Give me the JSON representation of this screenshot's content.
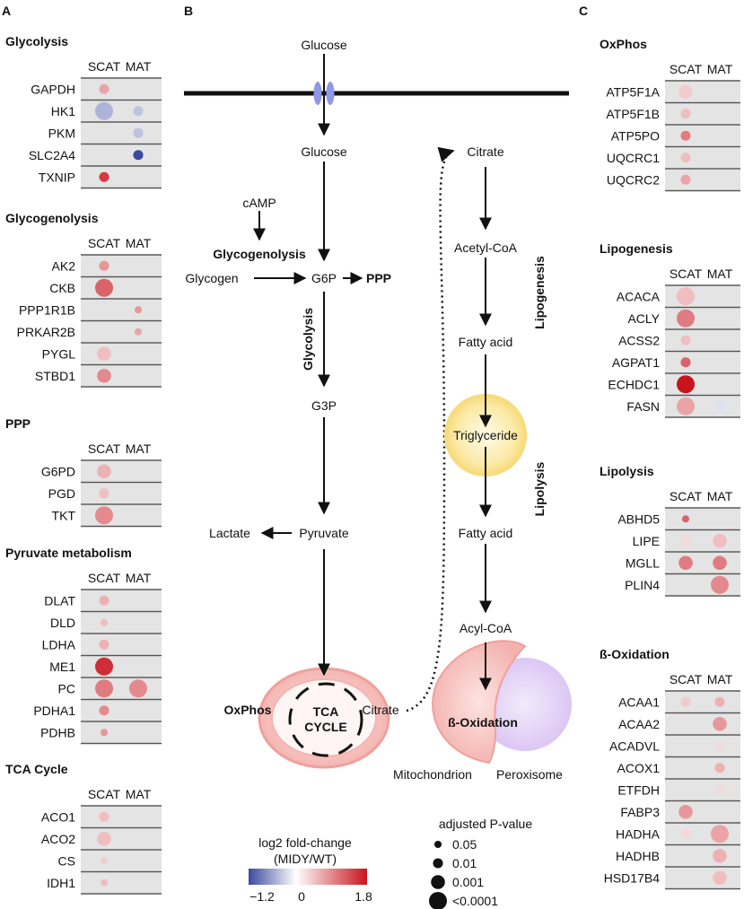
{
  "panel_labels": {
    "a": "A",
    "b": "B",
    "c": "C"
  },
  "columns": {
    "scat": "SCAT",
    "mat": "MAT"
  },
  "panel_a": [
    {
      "title": "Glycolysis",
      "rows": [
        {
          "gene": "GAPDH",
          "scat": 0.7,
          "scat_p": 0.01,
          "mat": null
        },
        {
          "gene": "HK1",
          "scat": -0.5,
          "scat_p": 0.0001,
          "mat": -0.4,
          "mat_p": 0.01
        },
        {
          "gene": "PKM",
          "scat": null,
          "mat": -0.4,
          "mat_p": 0.01
        },
        {
          "gene": "SLC2A4",
          "scat": null,
          "mat": -1.2,
          "mat_p": 0.01
        },
        {
          "gene": "TXNIP",
          "scat": 1.5,
          "scat_p": 0.01,
          "mat": null
        }
      ]
    },
    {
      "title": "Glycogenolysis",
      "rows": [
        {
          "gene": "AK2",
          "scat": 0.8,
          "scat_p": 0.01,
          "mat": null
        },
        {
          "gene": "CKB",
          "scat": 1.2,
          "scat_p": 0.0001,
          "mat": null
        },
        {
          "gene": "PPP1R1B",
          "scat": null,
          "mat": 0.8,
          "mat_p": 0.05
        },
        {
          "gene": "PRKAR2B",
          "scat": null,
          "mat": 0.7,
          "mat_p": 0.05
        },
        {
          "gene": "PYGL",
          "scat": 0.5,
          "scat_p": 0.001,
          "mat": null
        },
        {
          "gene": "STBD1",
          "scat": 0.9,
          "scat_p": 0.001,
          "mat": null
        }
      ]
    },
    {
      "title": "PPP",
      "rows": [
        {
          "gene": "G6PD",
          "scat": 0.6,
          "scat_p": 0.001,
          "mat": null
        },
        {
          "gene": "PGD",
          "scat": 0.5,
          "scat_p": 0.01,
          "mat": null
        },
        {
          "gene": "TKT",
          "scat": 0.9,
          "scat_p": 0.0001,
          "mat": null
        }
      ]
    },
    {
      "title": "Pyruvate metabolism",
      "rows": [
        {
          "gene": "DLAT",
          "scat": 0.6,
          "scat_p": 0.01,
          "mat": null
        },
        {
          "gene": "DLD",
          "scat": 0.5,
          "scat_p": 0.05,
          "mat": null
        },
        {
          "gene": "LDHA",
          "scat": 0.6,
          "scat_p": 0.01,
          "mat": null
        },
        {
          "gene": "ME1",
          "scat": 1.6,
          "scat_p": 0.0001,
          "mat": null
        },
        {
          "gene": "PC",
          "scat": 1.0,
          "scat_p": 0.0001,
          "mat": 0.9,
          "mat_p": 0.0001
        },
        {
          "gene": "PDHA1",
          "scat": 0.9,
          "scat_p": 0.01,
          "mat": null
        },
        {
          "gene": "PDHB",
          "scat": 0.8,
          "scat_p": 0.05,
          "mat": null
        }
      ]
    },
    {
      "title": "TCA Cycle",
      "rows": [
        {
          "gene": "ACO1",
          "scat": 0.5,
          "scat_p": 0.01,
          "mat": null
        },
        {
          "gene": "ACO2",
          "scat": 0.5,
          "scat_p": 0.001,
          "mat": null
        },
        {
          "gene": "CS",
          "scat": 0.4,
          "scat_p": 0.05,
          "mat": null
        },
        {
          "gene": "IDH1",
          "scat": 0.5,
          "scat_p": 0.05,
          "mat": null
        }
      ]
    }
  ],
  "panel_c": [
    {
      "title": "OxPhos",
      "rows": [
        {
          "gene": "ATP5F1A",
          "scat": 0.4,
          "scat_p": 0.001,
          "mat": null
        },
        {
          "gene": "ATP5F1B",
          "scat": 0.5,
          "scat_p": 0.01,
          "mat": null
        },
        {
          "gene": "ATP5PO",
          "scat": 1.0,
          "scat_p": 0.01,
          "mat": null
        },
        {
          "gene": "UQCRC1",
          "scat": 0.5,
          "scat_p": 0.01,
          "mat": null
        },
        {
          "gene": "UQCRC2",
          "scat": 0.7,
          "scat_p": 0.01,
          "mat": null
        }
      ]
    },
    {
      "title": "Lipogenesis",
      "rows": [
        {
          "gene": "ACACA",
          "scat": 0.5,
          "scat_p": 0.0001,
          "mat": null
        },
        {
          "gene": "ACLY",
          "scat": 1.0,
          "scat_p": 0.0001,
          "mat": null
        },
        {
          "gene": "ACSS2",
          "scat": 0.5,
          "scat_p": 0.01,
          "mat": null
        },
        {
          "gene": "AGPAT1",
          "scat": 1.2,
          "scat_p": 0.01,
          "mat": null
        },
        {
          "gene": "ECHDC1",
          "scat": 1.8,
          "scat_p": 0.0001,
          "mat": null
        },
        {
          "gene": "FASN",
          "scat": 0.7,
          "scat_p": 0.0001,
          "mat": -0.2,
          "mat_p": 0.01
        }
      ]
    },
    {
      "title": "Lipolysis",
      "rows": [
        {
          "gene": "ABHD5",
          "scat": 1.2,
          "scat_p": 0.05,
          "mat": null
        },
        {
          "gene": "LIPE",
          "scat": 0.3,
          "scat_p": 0.01,
          "mat": 0.5,
          "mat_p": 0.001
        },
        {
          "gene": "MGLL",
          "scat": 1.0,
          "scat_p": 0.001,
          "mat": 1.0,
          "mat_p": 0.001
        },
        {
          "gene": "PLIN4",
          "scat": null,
          "mat": 0.9,
          "mat_p": 0.0001
        }
      ]
    },
    {
      "title": "ß-Oxidation",
      "rows": [
        {
          "gene": "ACAA1",
          "scat": 0.4,
          "scat_p": 0.01,
          "mat": 0.6,
          "mat_p": 0.01
        },
        {
          "gene": "ACAA2",
          "scat": null,
          "mat": 0.8,
          "mat_p": 0.001
        },
        {
          "gene": "ACADVL",
          "scat": null,
          "mat": 0.3,
          "mat_p": 0.05
        },
        {
          "gene": "ACOX1",
          "scat": null,
          "mat": 0.6,
          "mat_p": 0.01
        },
        {
          "gene": "ETFDH",
          "scat": null,
          "mat": 0.3,
          "mat_p": 0.05
        },
        {
          "gene": "FABP3",
          "scat": 0.8,
          "scat_p": 0.001,
          "mat": null
        },
        {
          "gene": "HADHA",
          "scat": 0.3,
          "scat_p": 0.01,
          "mat": 0.7,
          "mat_p": 0.0001
        },
        {
          "gene": "HADHB",
          "scat": null,
          "mat": 0.6,
          "mat_p": 0.001
        },
        {
          "gene": "HSD17B4",
          "scat": null,
          "mat": 0.5,
          "mat_p": 0.001
        }
      ]
    }
  ],
  "pathway": {
    "glucose_outside": "Glucose",
    "glucose_inside": "Glucose",
    "camp": "cAMP",
    "glycogenolysis": "Glycogenolysis",
    "glycogen": "Glycogen",
    "g6p": "G6P",
    "ppp": "PPP",
    "glycolysis": "Glycolysis",
    "g3p": "G3P",
    "lactate": "Lactate",
    "pyruvate": "Pyruvate",
    "oxphos": "OxPhos",
    "tca": "TCA",
    "cycle": "CYCLE",
    "citrate_mito": "Citrate",
    "citrate_cyto": "Citrate",
    "acetyl_coa": "Acetyl-CoA",
    "lipogenesis": "Lipogenesis",
    "fatty_acid_1": "Fatty acid",
    "triglyceride": "Triglyceride",
    "lipolysis": "Lipolysis",
    "fatty_acid_2": "Fatty acid",
    "acyl_coa": "Acyl-CoA",
    "beta_oxidation": "ß-Oxidation",
    "mitochondrion": "Mitochondrion",
    "peroxisome": "Peroxisome"
  },
  "legend": {
    "color_title_1": "log2 fold-change",
    "color_title_2": "(MIDY/WT)",
    "min": "−1.2",
    "mid": "0",
    "max": "1.8",
    "min_value": -1.2,
    "max_value": 1.8,
    "color_low": "#3b4a9e",
    "color_mid": "#ffffff",
    "color_high": "#c8141c",
    "size_title": "adjusted P-value",
    "sizes": [
      {
        "label": "0.05",
        "p": 0.05
      },
      {
        "label": "0.01",
        "p": 0.01
      },
      {
        "label": "0.001",
        "p": 0.001
      },
      {
        "label": "<0.0001",
        "p": 0.0001
      }
    ]
  },
  "colors": {
    "row_bg": "#e4e4e4",
    "row_line": "#555555",
    "membrane": "#111111",
    "transporter": "#8f97e6",
    "mito_fill": "#f7c5c3",
    "peroxisome_fill": "#e3d3f7",
    "lipid_droplet": "#fbe59d"
  }
}
